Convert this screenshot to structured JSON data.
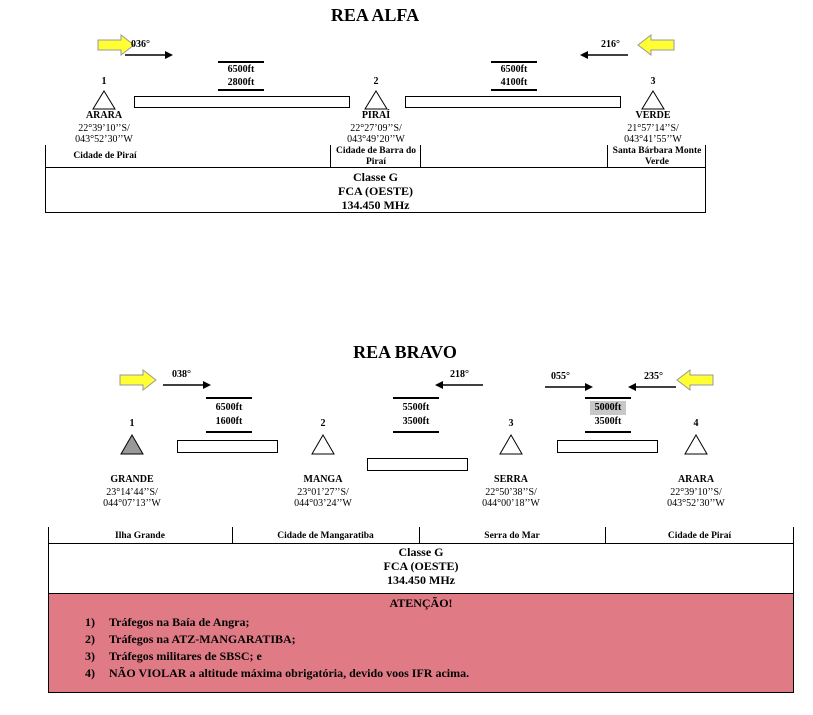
{
  "alfa": {
    "title": "REA ALFA",
    "headings": [
      "036°",
      "216°"
    ],
    "altitudes": [
      {
        "max": "6500ft",
        "min": "2800ft"
      },
      {
        "max": "6500ft",
        "min": "4100ft"
      }
    ],
    "points": [
      {
        "num": "1",
        "name": "ARARA",
        "lat": "22°39’10’’S/",
        "lon": "043°52’30’’W"
      },
      {
        "num": "2",
        "name": "PIRAÍ",
        "lat": "22°27’09’’S/",
        "lon": "043°49’20’’W"
      },
      {
        "num": "3",
        "name": "VERDE",
        "lat": "21°57’14’’S/",
        "lon": "043°41’55’’W"
      }
    ],
    "segments": [
      "Cidade de Piraí",
      "Cidade de Barra do Piraí",
      "Santa Bárbara Monte Verde"
    ],
    "class_lines": [
      "Classe G",
      "FCA (OESTE)",
      "134.450 MHz"
    ]
  },
  "bravo": {
    "title": "REA BRAVO",
    "headings": [
      "038°",
      "218°",
      "055°",
      "235°"
    ],
    "altitudes": [
      {
        "max": "6500ft",
        "min": "1600ft"
      },
      {
        "max": "5500ft",
        "min": "3500ft"
      },
      {
        "max": "5000ft",
        "min": "3500ft"
      }
    ],
    "points": [
      {
        "num": "1",
        "name": "GRANDE",
        "lat": "23°14’44’’S/",
        "lon": "044°07’13’’W"
      },
      {
        "num": "2",
        "name": "MANGA",
        "lat": "23°01’27’’S/",
        "lon": "044°03’24’’W"
      },
      {
        "num": "3",
        "name": "SERRA",
        "lat": "22°50’38’’S/",
        "lon": "044°00’18’’W"
      },
      {
        "num": "4",
        "name": "ARARA",
        "lat": "22°39’10’’S/",
        "lon": "043°52’30’’W"
      }
    ],
    "segments": [
      "Ilha Grande",
      "Cidade de Mangaratiba",
      "Serra do Mar",
      "Cidade de Piraí"
    ],
    "class_lines": [
      "Classe G",
      "FCA (OESTE)",
      "134.450 MHz"
    ],
    "warning": {
      "title": "ATENÇÃO!",
      "items": [
        {
          "num": "1)",
          "text": "Tráfegos na Baía de Angra;"
        },
        {
          "num": "2)",
          "text": "Tráfegos na ATZ-MANGARATIBA;"
        },
        {
          "num": "3)",
          "text": "Tráfegos militares de SBSC; e"
        },
        {
          "num": "4)",
          "text": "NÃO VIOLAR a altitude máxima obrigatória, devido voos IFR acima."
        }
      ]
    }
  },
  "colors": {
    "yellow_arrow": "#ffff33",
    "filled_point": "#999999",
    "warning_bg": "#e07b86",
    "highlight": "#c8c8c8"
  }
}
